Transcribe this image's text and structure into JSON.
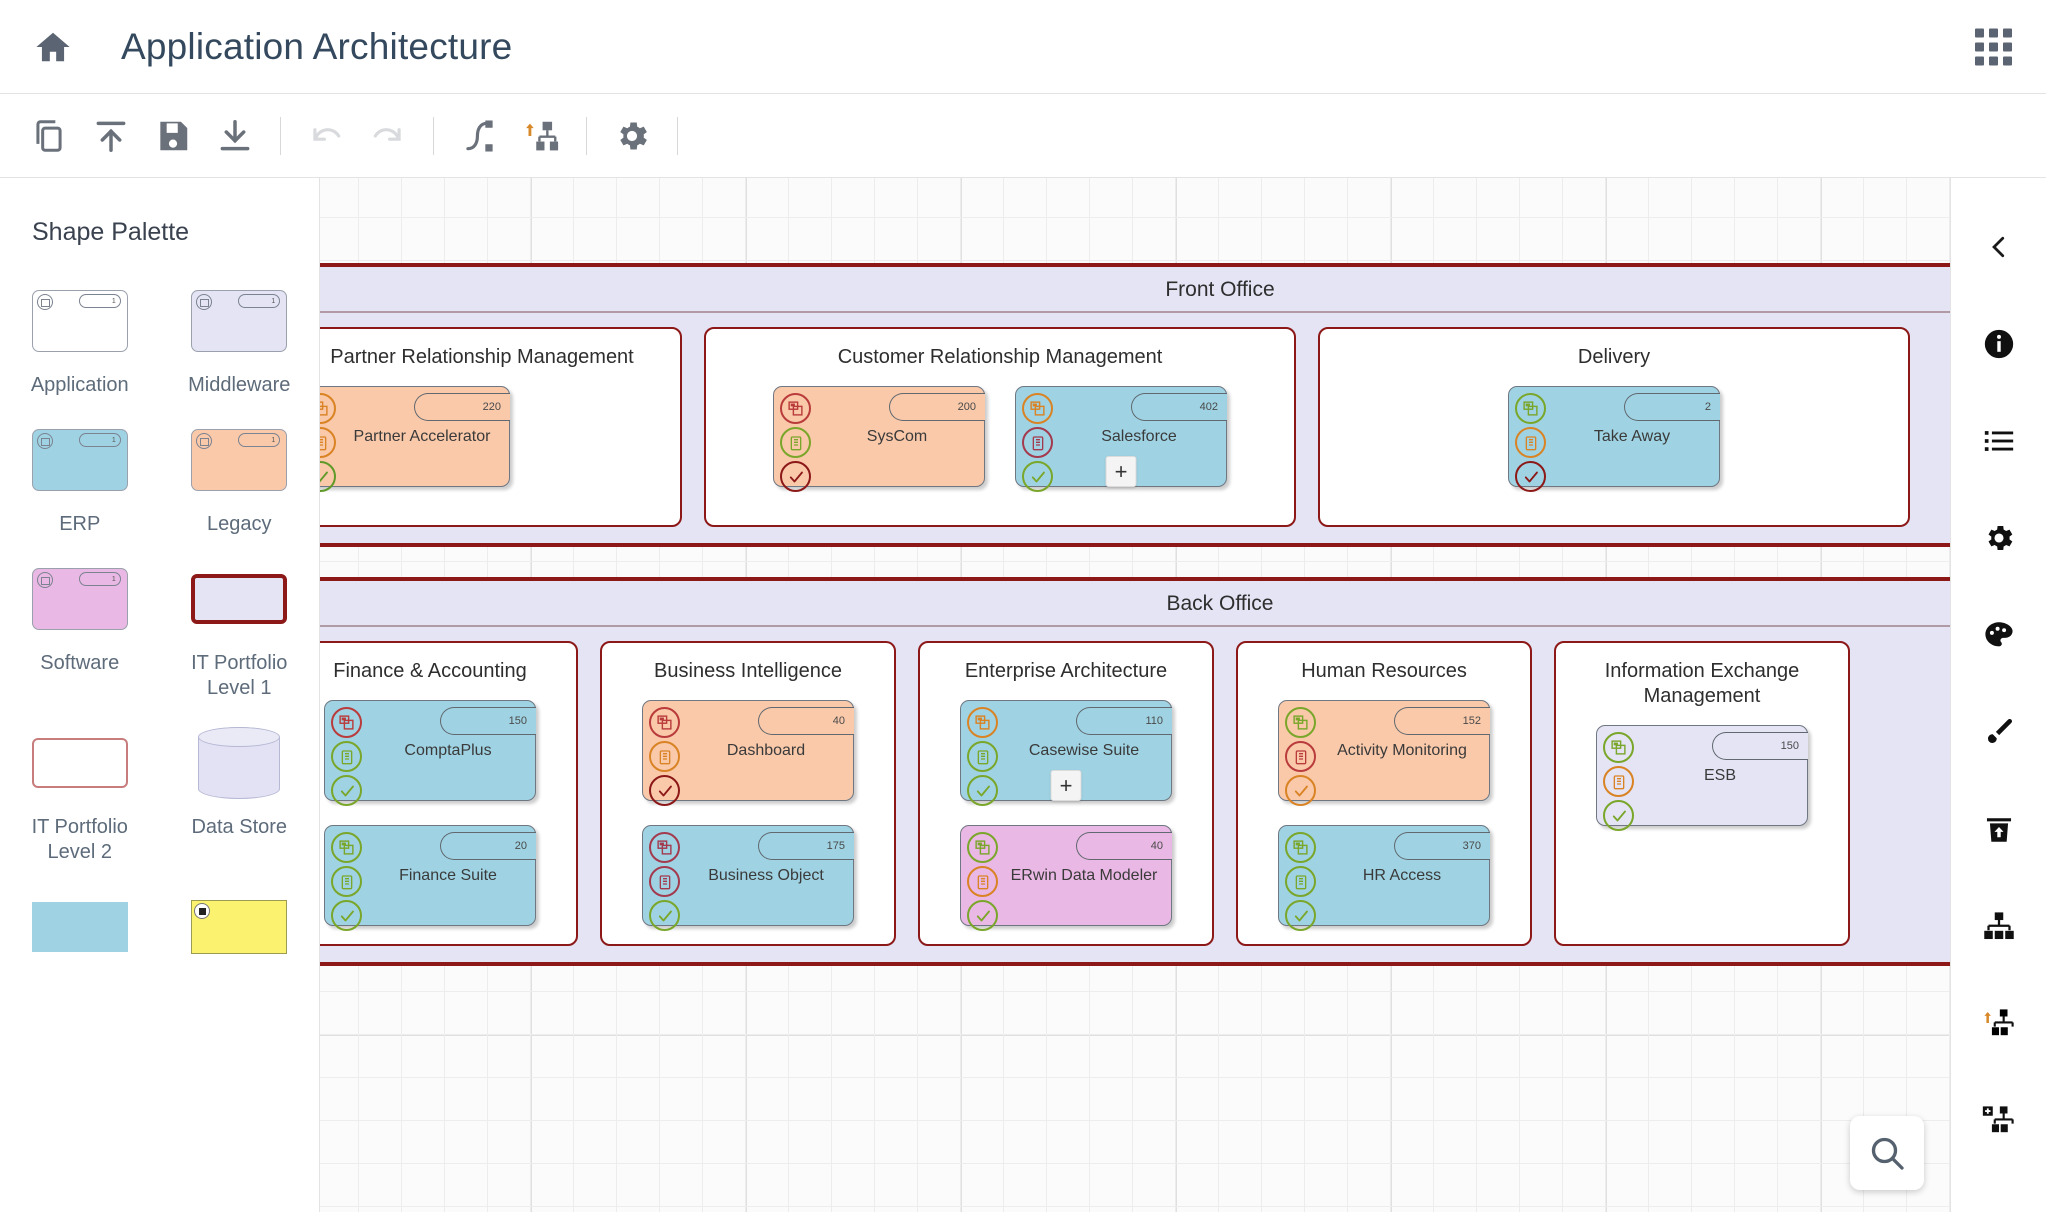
{
  "header": {
    "home_icon": "home-icon",
    "title": "Application Architecture",
    "apps_grid_icon": "apps-grid-icon"
  },
  "toolbar": {
    "buttons": [
      {
        "name": "copy-button",
        "icon": "copy-icon",
        "enabled": true
      },
      {
        "name": "upload-button",
        "icon": "upload-icon",
        "enabled": true
      },
      {
        "name": "save-button",
        "icon": "save-floppy-icon",
        "enabled": true
      },
      {
        "name": "download-button",
        "icon": "download-icon",
        "enabled": true
      },
      {
        "name": "undo-button",
        "icon": "undo-arrow-icon",
        "enabled": false
      },
      {
        "name": "redo-button",
        "icon": "redo-arrow-icon",
        "enabled": false
      },
      {
        "name": "connector-button",
        "icon": "branch-connector-icon",
        "enabled": true
      },
      {
        "name": "promote-button",
        "icon": "hierarchy-up-icon",
        "enabled": true
      },
      {
        "name": "settings-button",
        "icon": "gear-icon",
        "enabled": true
      }
    ]
  },
  "palette": {
    "title": "Shape Palette",
    "items": [
      {
        "label": "Application",
        "shape": "app-chip",
        "fill": "#ffffff"
      },
      {
        "label": "Middleware",
        "shape": "app-chip",
        "fill": "#e4e4f5"
      },
      {
        "label": "ERP",
        "shape": "app-chip",
        "fill": "#9fd3e3"
      },
      {
        "label": "Legacy",
        "shape": "app-chip",
        "fill": "#f9c9aa"
      },
      {
        "label": "Software",
        "shape": "app-chip",
        "fill": "#e9b8e4"
      },
      {
        "label": "IT Portfolio Level 1",
        "shape": "rect",
        "fill": "#e4e4f5",
        "stroke": "#8c1818",
        "stroke_width": "4px"
      },
      {
        "label": "IT Portfolio Level 2",
        "shape": "rect",
        "fill": "#ffffff",
        "stroke": "#c87d7d",
        "stroke_width": "2px"
      },
      {
        "label": "Data Store",
        "shape": "cylinder",
        "fill": "#e4e4f5"
      },
      {
        "label": "",
        "shape": "rect",
        "fill": "#9fd3e3",
        "stroke": "#9fd3e3",
        "stroke_width": "1px"
      },
      {
        "label": "",
        "shape": "note",
        "fill": "#fbf36f"
      }
    ]
  },
  "diagram": {
    "lanes": [
      {
        "title": "Front Office",
        "groups": [
          {
            "title": "Partner Relationship Management",
            "apps": [
              {
                "name": "Partner Accelerator",
                "badge": "220",
                "fill": "#f9c9aa",
                "indicators": [
                  "#d98324",
                  "#d98324",
                  "#5f9a28"
                ],
                "expand": false
              }
            ]
          },
          {
            "title": "Customer Relationship Management",
            "apps": [
              {
                "name": "SysCom",
                "badge": "200",
                "fill": "#f9c9aa",
                "indicators": [
                  "#b93b3b",
                  "#7aa62a",
                  "#8c1818"
                ],
                "expand": false
              },
              {
                "name": "Salesforce",
                "badge": "402",
                "fill": "#9fd3e3",
                "indicators": [
                  "#d98324",
                  "#a33a4e",
                  "#7aa62a"
                ],
                "expand": true
              }
            ]
          },
          {
            "title": "Delivery",
            "apps": [
              {
                "name": "Take Away",
                "badge": "2",
                "fill": "#9fd3e3",
                "indicators": [
                  "#7aa62a",
                  "#d98324",
                  "#8c1818"
                ],
                "expand": false
              }
            ]
          }
        ]
      },
      {
        "title": "Back Office",
        "groups": [
          {
            "title": "Finance & Accounting",
            "apps": [
              {
                "name": "ComptaPlus",
                "badge": "150",
                "fill": "#9fd3e3",
                "indicators": [
                  "#b93b3b",
                  "#7aa62a",
                  "#7aa62a"
                ],
                "expand": false
              },
              {
                "name": "Finance Suite",
                "badge": "20",
                "fill": "#9fd3e3",
                "indicators": [
                  "#7aa62a",
                  "#7aa62a",
                  "#7aa62a"
                ],
                "expand": false
              }
            ]
          },
          {
            "title": "Business Intelligence",
            "apps": [
              {
                "name": "Dashboard",
                "badge": "40",
                "fill": "#f9c9aa",
                "indicators": [
                  "#b93b3b",
                  "#d98324",
                  "#8c1818"
                ],
                "expand": false
              },
              {
                "name": "Business Object",
                "badge": "175",
                "fill": "#9fd3e3",
                "indicators": [
                  "#a33a4e",
                  "#a33a4e",
                  "#7aa62a"
                ],
                "expand": false
              }
            ]
          },
          {
            "title": "Enterprise Architecture",
            "apps": [
              {
                "name": "Casewise Suite",
                "badge": "110",
                "fill": "#9fd3e3",
                "indicators": [
                  "#d98324",
                  "#7aa62a",
                  "#7aa62a"
                ],
                "expand": true
              },
              {
                "name": "ERwin Data Modeler",
                "badge": "40",
                "fill": "#e9b8e4",
                "indicators": [
                  "#7aa62a",
                  "#d98324",
                  "#7aa62a"
                ],
                "expand": false
              }
            ]
          },
          {
            "title": "Human Resources",
            "apps": [
              {
                "name": "Activity Monitoring",
                "badge": "152",
                "fill": "#f9c9aa",
                "indicators": [
                  "#7aa62a",
                  "#b93b3b",
                  "#d98324"
                ],
                "expand": false
              },
              {
                "name": "HR Access",
                "badge": "370",
                "fill": "#9fd3e3",
                "indicators": [
                  "#7aa62a",
                  "#7aa62a",
                  "#7aa62a"
                ],
                "expand": false
              }
            ]
          },
          {
            "title": "Information Exchange Management",
            "apps": [
              {
                "name": "ESB",
                "badge": "150",
                "fill": "#e4e4f5",
                "indicators": [
                  "#7aa62a",
                  "#d98324",
                  "#7aa62a"
                ],
                "expand": false
              }
            ]
          }
        ]
      }
    ],
    "search_fab_icon": "search-icon"
  },
  "right_rail": {
    "buttons": [
      {
        "name": "collapse-panel-button",
        "icon": "chevron-left-icon"
      },
      {
        "name": "info-button",
        "icon": "info-circle-icon"
      },
      {
        "name": "list-button",
        "icon": "list-icon"
      },
      {
        "name": "settings-button",
        "icon": "gear-icon"
      },
      {
        "name": "palette-button",
        "icon": "color-palette-icon"
      },
      {
        "name": "brush-button",
        "icon": "paintbrush-icon"
      },
      {
        "name": "delete-button",
        "icon": "trash-icon"
      },
      {
        "name": "hierarchy-button",
        "icon": "hierarchy-icon"
      },
      {
        "name": "promote-hierarchy-button",
        "icon": "hierarchy-up-icon"
      },
      {
        "name": "add-hierarchy-button",
        "icon": "hierarchy-add-icon"
      }
    ]
  },
  "colors": {
    "lane_border": "#8c1818",
    "lane_header_bg": "#e4e4f5",
    "erp_fill": "#9fd3e3",
    "legacy_fill": "#f9c9aa",
    "software_fill": "#e9b8e4",
    "middleware_fill": "#e4e4f5"
  }
}
